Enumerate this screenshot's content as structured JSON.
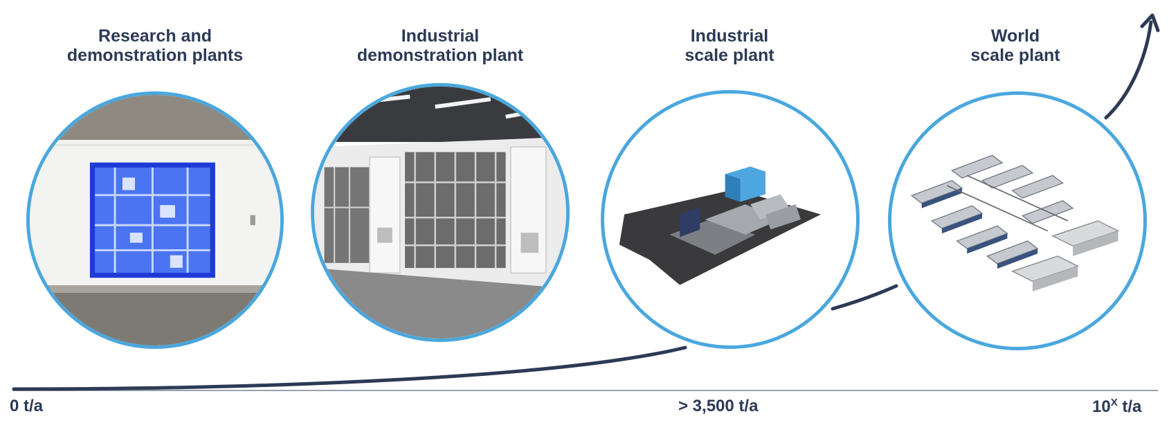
{
  "stages": [
    {
      "title_line1": "Research and",
      "title_line2": "demonstration plants",
      "icon": "container-lab-icon"
    },
    {
      "title_line1": "Industrial",
      "title_line2": "demonstration plant",
      "icon": "open-container-plant-icon"
    },
    {
      "title_line1": "Industrial",
      "title_line2": "scale plant",
      "icon": "isometric-plant-icon"
    },
    {
      "title_line1": "World",
      "title_line2": "scale plant",
      "icon": "isometric-multi-plant-icon"
    }
  ],
  "axis": {
    "start_label": "0 t/a",
    "mid_label": "> 3,500 t/a",
    "end_label_base": "10",
    "end_label_sup": "X",
    "end_label_unit": " t/a"
  },
  "colors": {
    "circle_border": "#4aa7de",
    "text": "#2c3a55",
    "curve": "#2c3a55",
    "axis_line": "#9aa1ad"
  }
}
